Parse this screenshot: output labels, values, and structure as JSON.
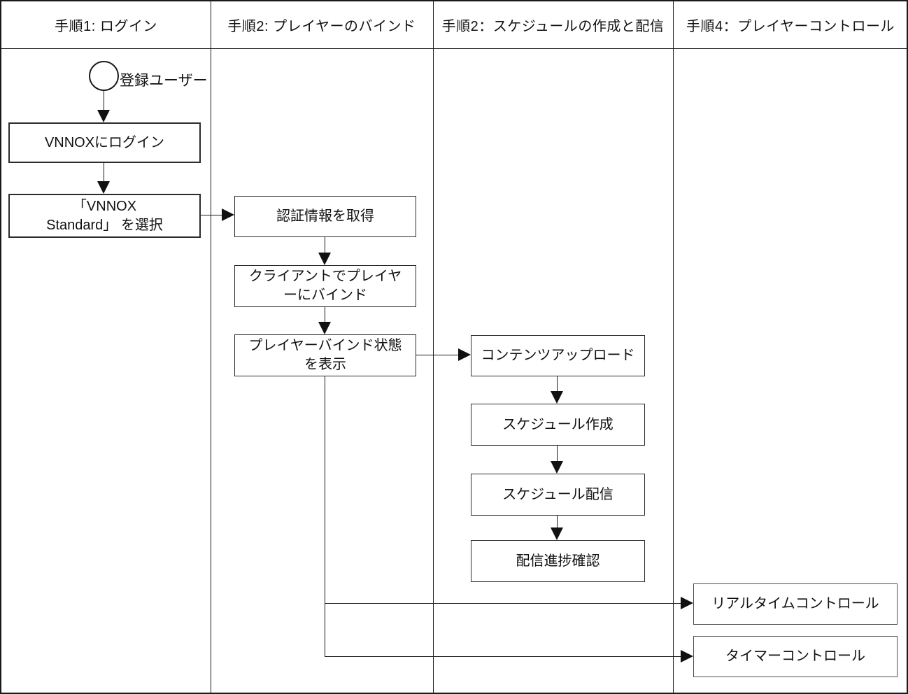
{
  "colors": {
    "ink": "#1a1a1a",
    "background": "#ffffff"
  },
  "lanes": {
    "login": "手順1: ログイン",
    "binding": "手順2: プレイヤーのバインド",
    "schedule": "手順2：スケジュールの作成と配信",
    "control": "手順4：プレイヤーコントロール"
  },
  "nodes": {
    "start": "登録ユーザー",
    "login_vnnox": "VNNOXにログイン",
    "select_standard": "「VNNOX\nStandard」 を選択",
    "get_auth": "認証情報を取得",
    "bind_client": "クライアントでプレイヤ\nーにバインド",
    "bind_status": "プレイヤーバインド状態\nを表示",
    "content_upload": "コンテンツアップロード",
    "create_schedule": "スケジュール作成",
    "publish_schedule": "スケジュール配信",
    "check_progress": "配信進捗確認",
    "realtime_control": "リアルタイムコントロール",
    "timer_control": "タイマーコントロール"
  }
}
